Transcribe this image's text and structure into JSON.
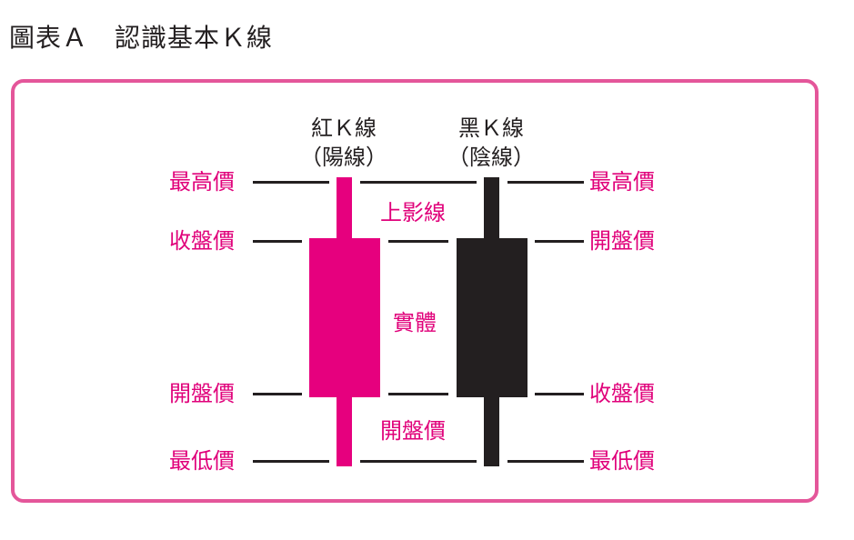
{
  "title": "圖表Ａ　認識基本Ｋ線",
  "red_candle": {
    "name": "紅Ｋ線",
    "alias": "（陽線）",
    "color": "#e6007e",
    "labels": {
      "high": "最高價",
      "close": "收盤價",
      "open": "開盤價",
      "low": "最低價"
    }
  },
  "black_candle": {
    "name": "黑Ｋ線",
    "alias": "（陰線）",
    "color": "#231f20",
    "labels": {
      "high": "最高價",
      "open": "開盤價",
      "close": "收盤價",
      "low": "最低價"
    }
  },
  "parts": {
    "upper_shadow": "上影線",
    "body": "實體",
    "lower_shadow": "開盤價"
  },
  "colors": {
    "accent": "#e0007a",
    "frame": "#e4569a",
    "text": "#231f20"
  }
}
